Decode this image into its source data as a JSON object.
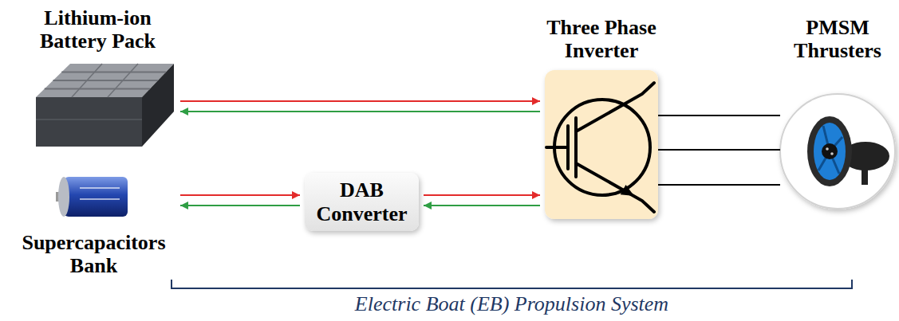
{
  "diagram": {
    "caption": "Electric Boat (EB) Propulsion System",
    "nodes": [
      {
        "text": [
          "Lithium-ion Battery Pack"
        ]
      },
      {
        "text": [
          "Supercapacitors Bank"
        ]
      },
      {
        "text": [
          "DAB Converter"
        ]
      },
      {
        "text": [
          "Three Phase Inverter"
        ]
      },
      {
        "text": [
          "PMSM Thrusters"
        ]
      }
    ],
    "edges": [
      {
        "from": 0,
        "to": 3,
        "arrow": "to"
      },
      {
        "from": 3,
        "to": 0,
        "arrow": "to"
      },
      {
        "from": 1,
        "to": 2,
        "arrow": "to"
      },
      {
        "from": 2,
        "to": 1,
        "arrow": "to"
      },
      {
        "from": 2,
        "to": 3,
        "arrow": "to"
      },
      {
        "from": 3,
        "to": 2,
        "arrow": "to"
      },
      {
        "from": 3,
        "to": 4,
        "arrow": "none"
      },
      {
        "from": 3,
        "to": 4,
        "arrow": "none"
      },
      {
        "from": 3,
        "to": 4,
        "arrow": "none"
      }
    ]
  }
}
